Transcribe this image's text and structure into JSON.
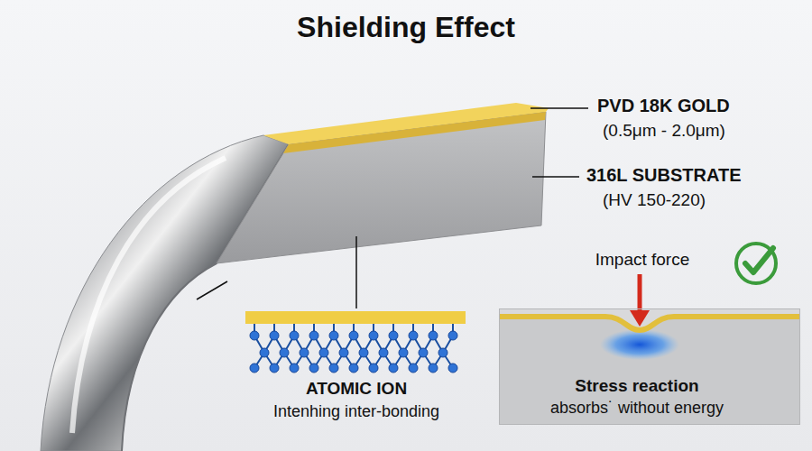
{
  "diagram": {
    "title": "Shielding Effect",
    "nodes": [
      {
        "text": [
          "Impact force",
          "Stress reaction",
          "absorbs˙ without energy"
        ]
      }
    ],
    "labels": [
      "PVD 18K GOLD",
      "(0.5μm - 2.0μm)",
      "316L SUBSTRATE",
      "(HV 150-220)",
      "ATOMIC ION",
      "Intenhing inter-bonding"
    ]
  }
}
